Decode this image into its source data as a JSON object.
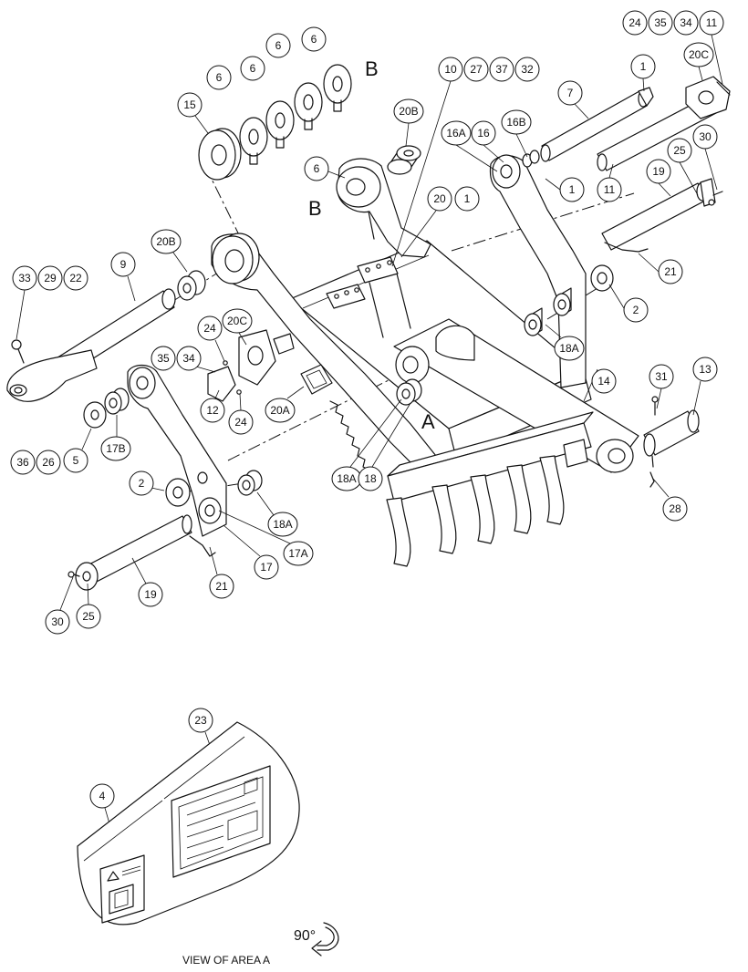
{
  "callouts": [
    "24",
    "35",
    "34",
    "11",
    "20C",
    "1",
    "7",
    "10",
    "27",
    "37",
    "32",
    "6",
    "6",
    "6",
    "6",
    "15",
    "20B",
    "16A",
    "16",
    "16B",
    "25",
    "30",
    "6",
    "20",
    "1",
    "1",
    "11",
    "19",
    "21",
    "20B",
    "9",
    "33",
    "29",
    "22",
    "20C",
    "24",
    "2",
    "18A",
    "35",
    "34",
    "12",
    "24",
    "20A",
    "14",
    "13",
    "31",
    "17B",
    "5",
    "36",
    "26",
    "2",
    "18A",
    "18",
    "18A",
    "17A",
    "17",
    "28",
    "21",
    "19",
    "30",
    "25",
    "23",
    "4"
  ],
  "view_markers": {
    "b_upper": "B",
    "b_lower": "B",
    "a": "A"
  },
  "view_caption": "VIEW OF AREA A",
  "rotation": "90°"
}
